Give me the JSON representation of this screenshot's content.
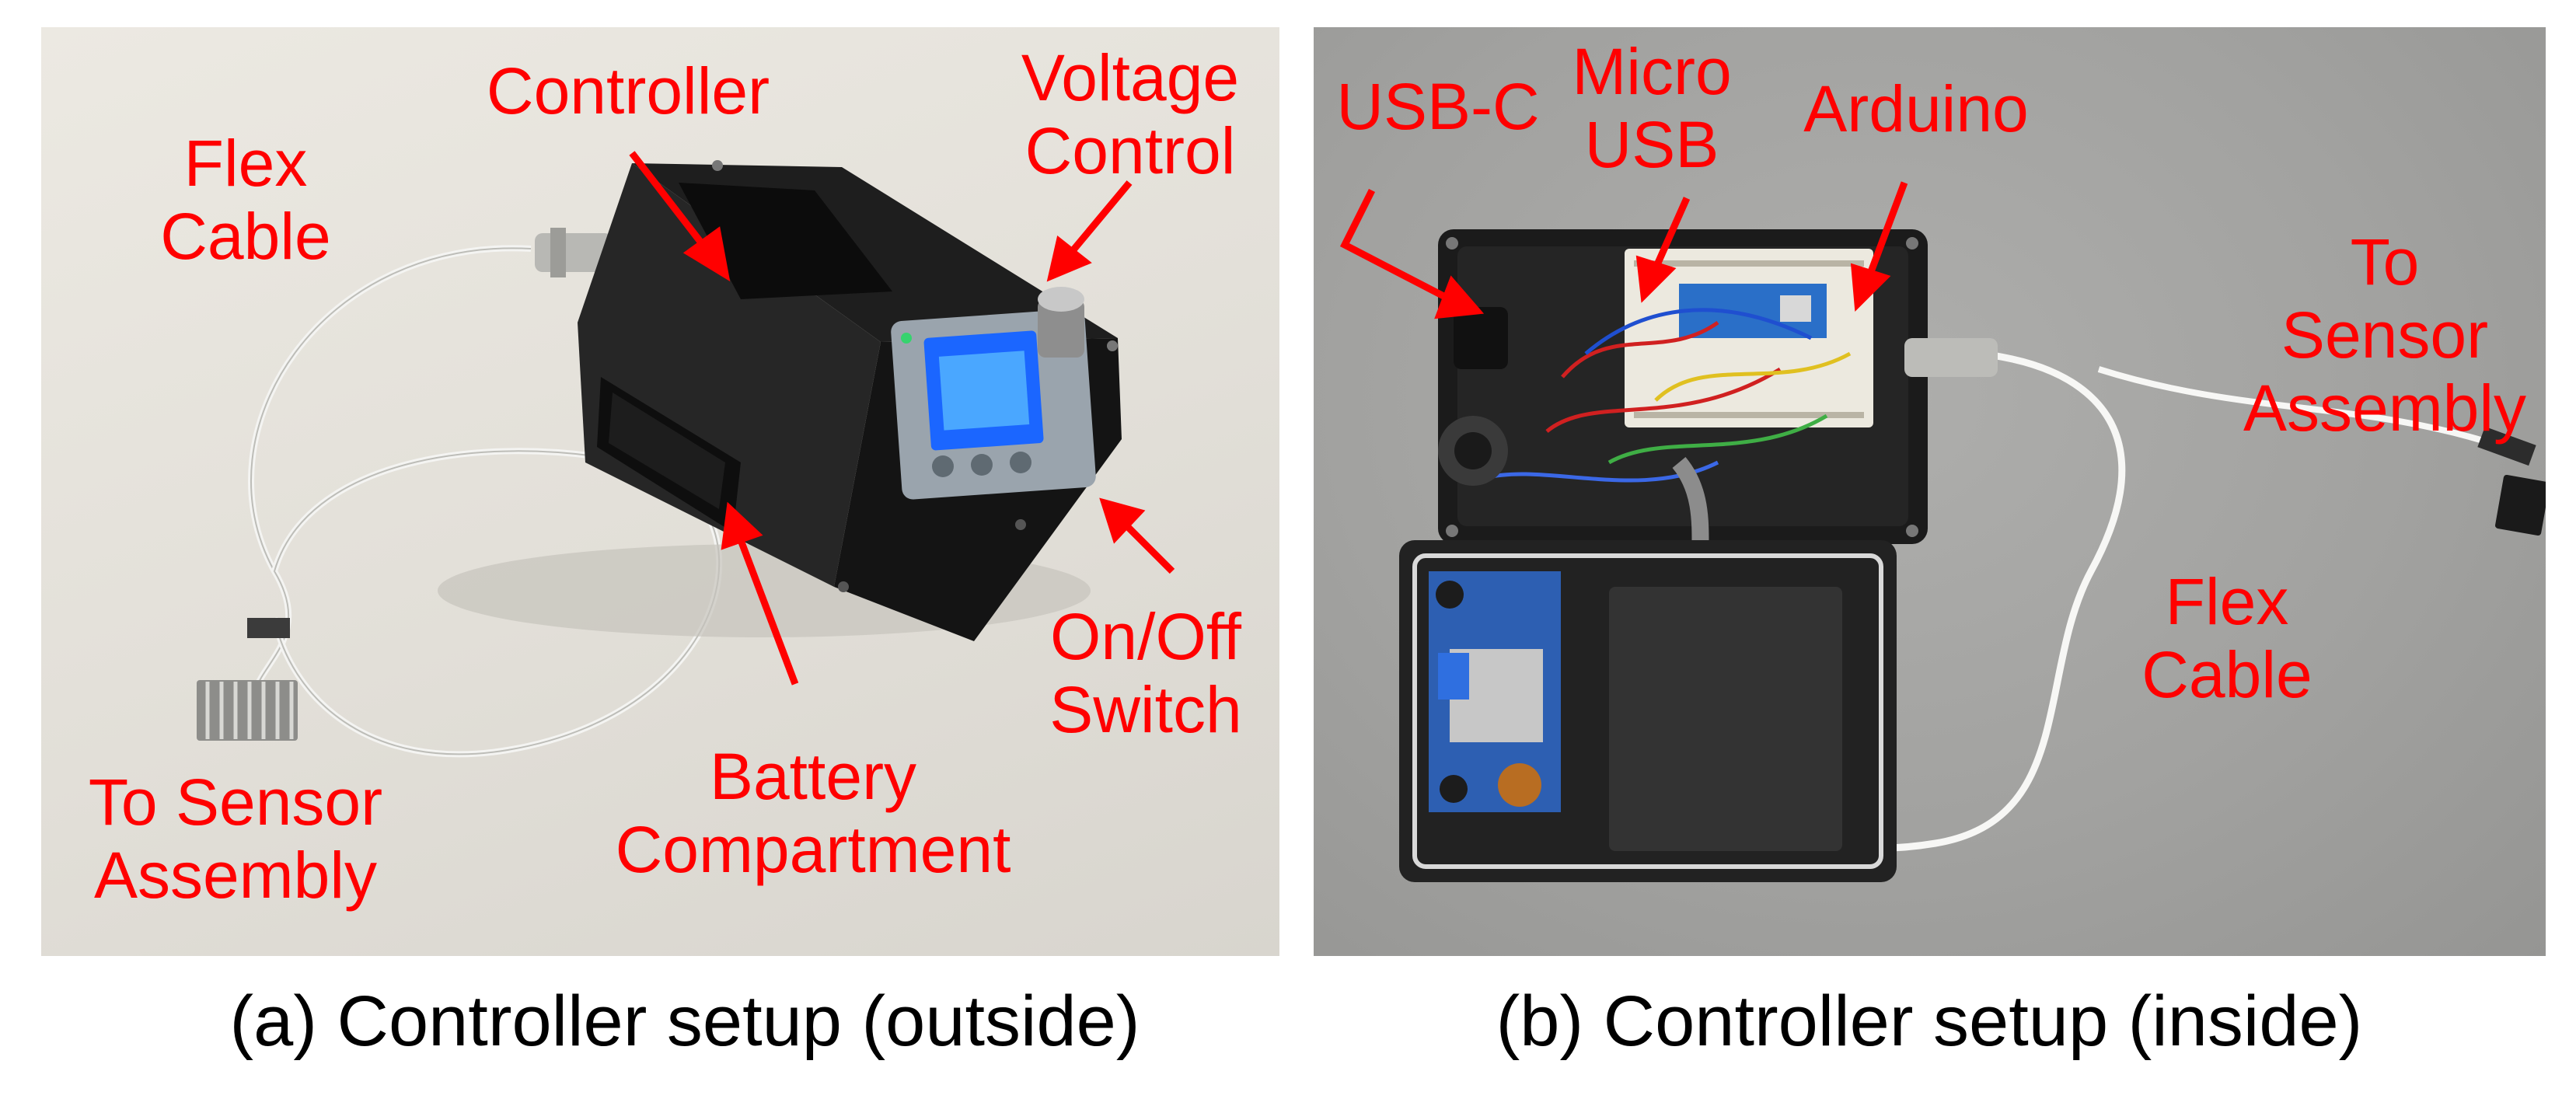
{
  "panels": [
    {
      "caption": "(a) Controller setup (outside)",
      "labels": {
        "flex_cable": "Flex\nCable",
        "controller": "Controller",
        "voltage_control": "Voltage\nControl",
        "on_off_switch": "On/Off\nSwitch",
        "battery_compartment": "Battery\nCompartment",
        "to_sensor_assembly": "To Sensor\nAssembly"
      }
    },
    {
      "caption": "(b) Controller setup (inside)",
      "labels": {
        "usb_c": "USB-C",
        "micro_usb": "Micro\nUSB",
        "arduino": "Arduino",
        "to_sensor_assembly": "To Sensor\nAssembly",
        "flex_cable": "Flex\nCable"
      }
    }
  ],
  "colors": {
    "annotation": "#ff0000",
    "caption": "#000000"
  }
}
